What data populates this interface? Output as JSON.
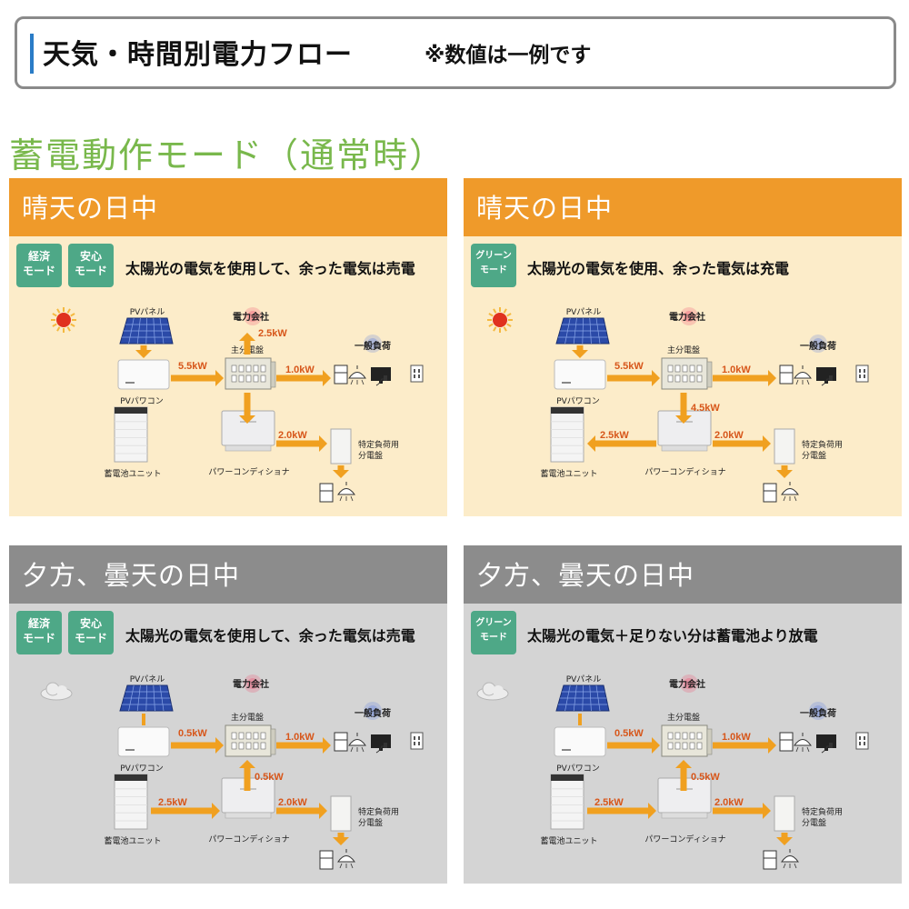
{
  "header": {
    "title": "天気・時間別電力フロー",
    "note": "※数値は一例です"
  },
  "section_title": "蓄電動作モード（通常時）",
  "labels": {
    "pv_panel": "PVパネル",
    "pv_pcs": "PVパワコン",
    "utility": "電力会社",
    "main_board": "主分電盤",
    "general_load": "一般負荷",
    "battery": "蓄電池ユニット",
    "power_conditioner": "パワーコンディショナ",
    "specific_board_1": "特定負荷用",
    "specific_board_2": "分電盤"
  },
  "panels": [
    {
      "title": "晴天の日中",
      "modes": [
        "経済\nモード",
        "安心\nモード"
      ],
      "description": "太陽光の電気を使用して、余った電気は売電",
      "flows": {
        "pv_to_board": "5.5kW",
        "board_to_utility": "2.5kW",
        "board_to_load": "1.0kW",
        "pcs_to_specific": "2.0kW"
      }
    },
    {
      "title": "晴天の日中",
      "modes": [
        "グリーン\nモード"
      ],
      "description": "太陽光の電気を使用、余った電気は充電",
      "flows": {
        "pv_to_board": "5.5kW",
        "board_to_load": "1.0kW",
        "board_to_pcs": "4.5kW",
        "pcs_to_battery": "2.5kW",
        "pcs_to_specific": "2.0kW"
      }
    },
    {
      "title": "夕方、曇天の日中",
      "modes": [
        "経済\nモード",
        "安心\nモード"
      ],
      "description": "太陽光の電気を使用して、余った電気は売電",
      "flows": {
        "pv_to_board": "0.5kW",
        "board_to_load": "1.0kW",
        "pcs_to_board": "0.5kW",
        "battery_to_pcs": "2.5kW",
        "pcs_to_specific": "2.0kW"
      }
    },
    {
      "title": "夕方、曇天の日中",
      "modes": [
        "グリーン\nモード"
      ],
      "description": "太陽光の電気＋足りない分は蓄電池より放電",
      "flows": {
        "pv_to_board": "0.5kW",
        "board_to_load": "1.0kW",
        "pcs_to_board": "0.5kW",
        "battery_to_pcs": "2.5kW",
        "pcs_to_specific": "2.0kW"
      }
    }
  ],
  "colors": {
    "arrow": "#f0a020",
    "kw_text": "#d7561a",
    "sunny_bar": "#ef9a2a",
    "sunny_bg": "#fcecc9",
    "cloudy_bar": "#8c8c8c",
    "cloudy_bg": "#d4d4d4",
    "mode_badge": "#4ea887",
    "section": "#79b84c"
  }
}
